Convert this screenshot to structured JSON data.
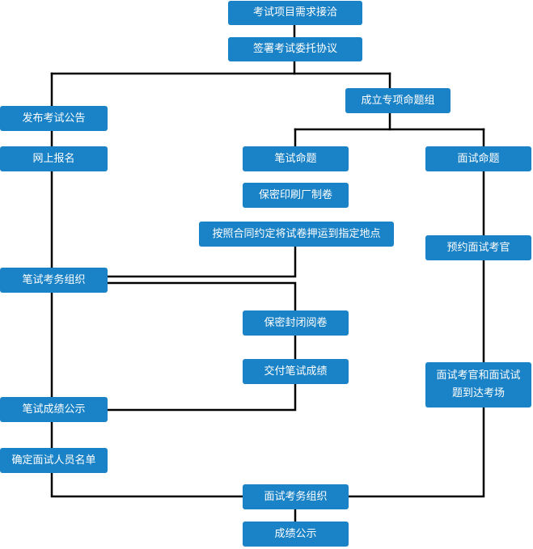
{
  "flowchart": {
    "nodes": {
      "requirements": "考试项目需求接洽",
      "sign_agreement": "签署考试委托协议",
      "setup_group": "成立专项命题组",
      "announcement": "发布考试公告",
      "online_registration": "网上报名",
      "written_question_design": "笔试命题",
      "interview_question_design": "面试命题",
      "confidential_printing": "保密印刷厂制卷",
      "transport_papers": "按照合同约定将试卷押运到指定地点",
      "book_interviewers": "预约面试考官",
      "written_exam_org": "笔试考务组织",
      "confidential_grading": "保密封闭阅卷",
      "deliver_scores": "交付笔试成绩",
      "interviewers_arrive": "面试考官和面试试题到达考场",
      "written_score_publish": "笔试成绩公示",
      "interview_list": "确定面试人员名单",
      "interview_exam_org": "面试考务组织",
      "final_score_publish": "成绩公示"
    },
    "colors": {
      "box": "#1a82c6",
      "line": "#000000"
    }
  }
}
